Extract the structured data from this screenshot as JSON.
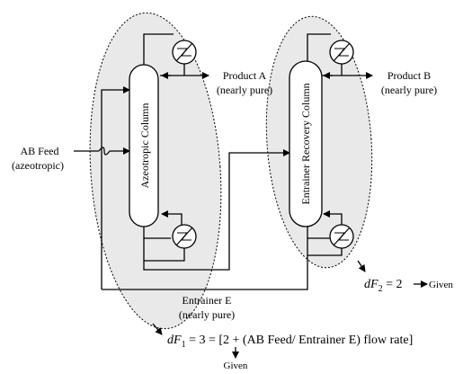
{
  "columns": {
    "azeotropic": "Azeotropic Column",
    "recovery": "Entrainer Recovery Column"
  },
  "streams": {
    "feed_line1": "AB Feed",
    "feed_line2": "(azeotropic)",
    "product_a_line1": "Product A",
    "product_a_line2": "(nearly pure)",
    "product_b_line1": "Product B",
    "product_b_line2": "(nearly pure)",
    "entrainer_line1": "Entrainer E",
    "entrainer_line2": "(nearly pure)"
  },
  "equations": {
    "df2_lhs": "dF",
    "df2_sub": "2",
    "df2_eq": " = 2",
    "df2_given": "Given",
    "df1_lhs": "dF",
    "df1_sub": "1",
    "df1_rhs": " = 3 = [2 + (AB Feed/ Entrainer E) flow rate]",
    "df1_given": "Given"
  },
  "colors": {
    "region_fill": "#e9e9e9",
    "stroke": "#000000"
  }
}
